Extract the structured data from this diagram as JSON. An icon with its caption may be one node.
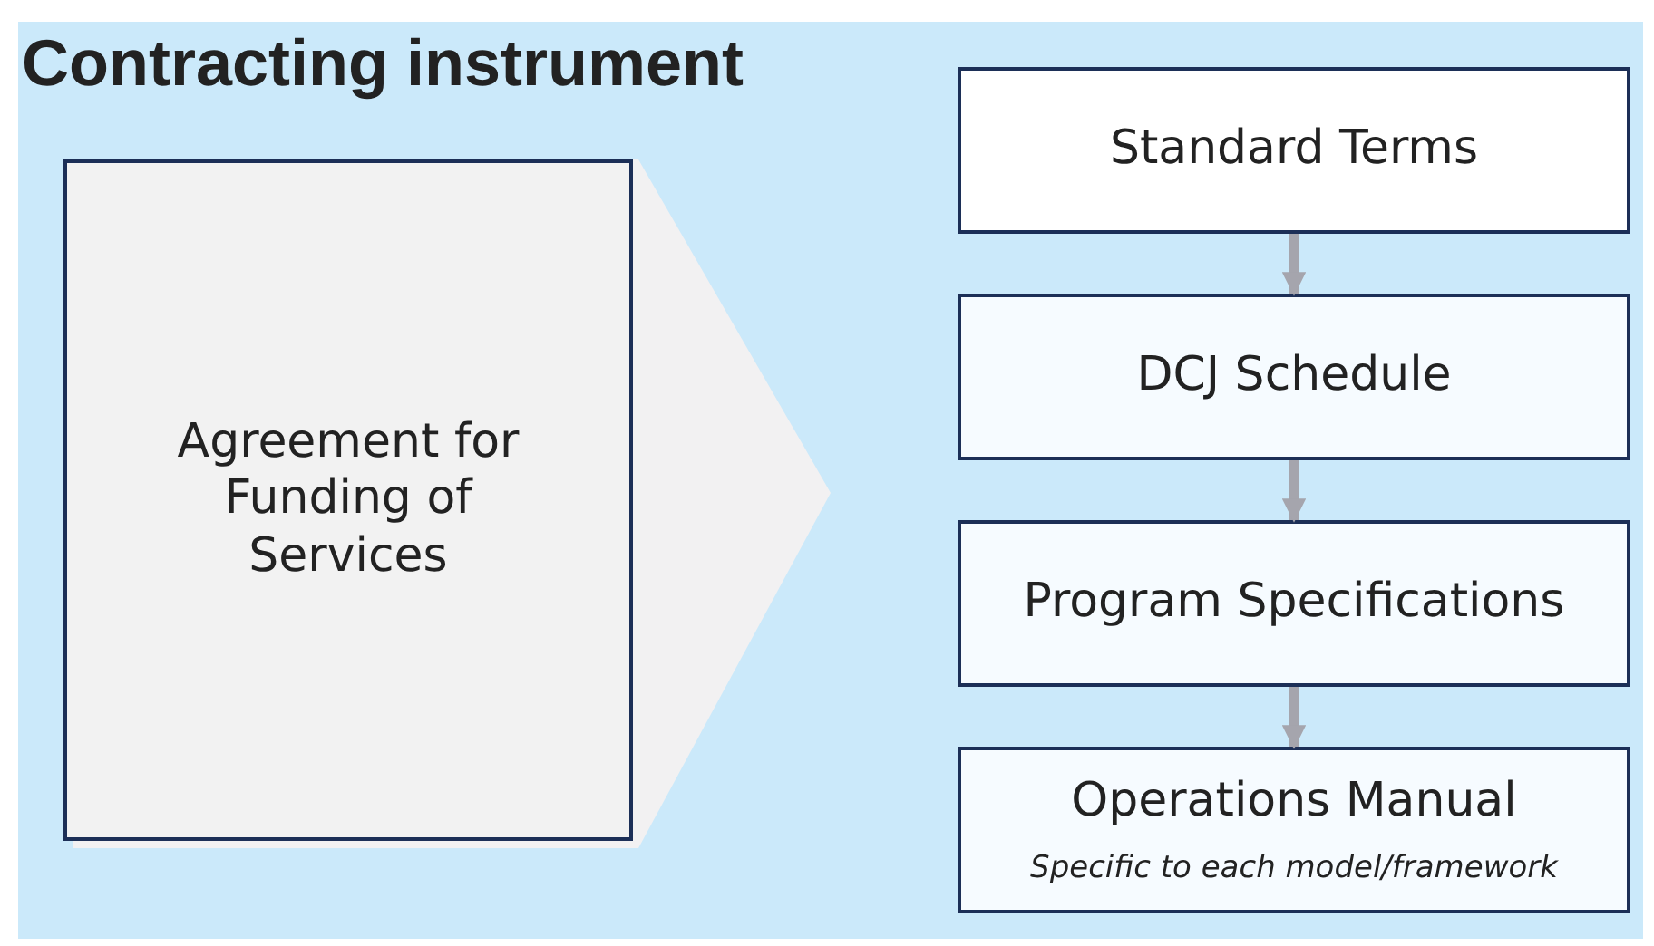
{
  "diagram": {
    "title": "Contracting instrument",
    "nodes": [
      {
        "text": [
          "Agreement for Funding of Services"
        ]
      },
      {
        "text": [
          "Standard Terms"
        ]
      },
      {
        "text": [
          "DCJ Schedule"
        ]
      },
      {
        "text": [
          "Program Specifications"
        ]
      },
      {
        "text": [
          "Operations Manual",
          "Specific to each model/framework"
        ]
      }
    ],
    "edges": [
      {
        "from": 1,
        "to": 2,
        "arrow": "to"
      },
      {
        "from": 2,
        "to": 3,
        "arrow": "to"
      },
      {
        "from": 3,
        "to": 4,
        "arrow": "to"
      }
    ]
  }
}
